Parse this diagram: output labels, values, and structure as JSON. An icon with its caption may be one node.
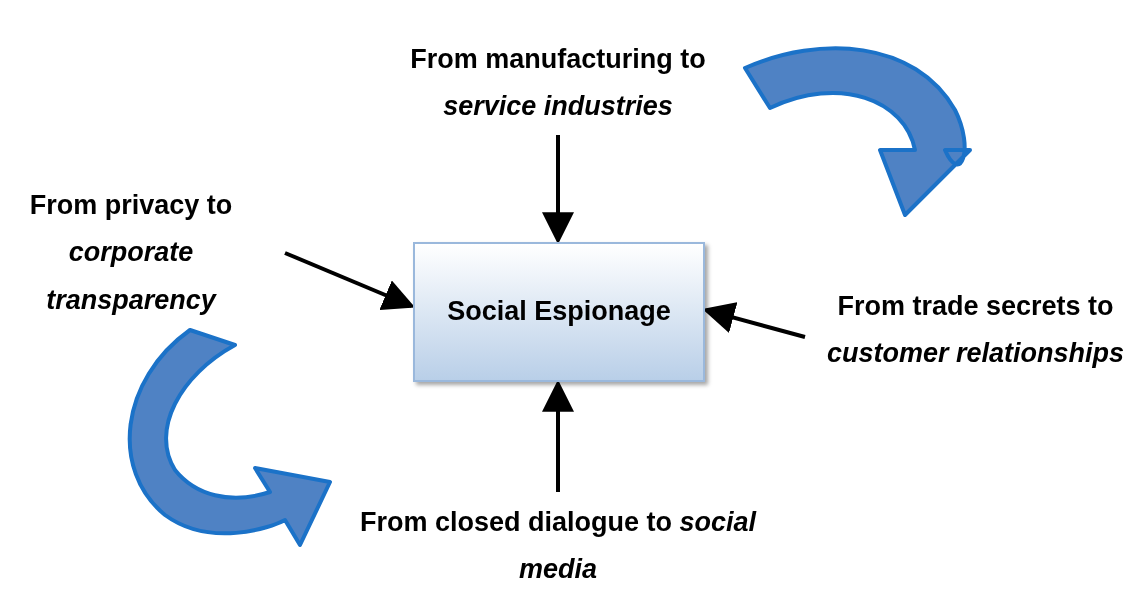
{
  "diagram": {
    "nodes": [
      {
        "text": [
          "Social Espionage"
        ]
      },
      {
        "text": [
          "From manufacturing to *service industries*"
        ]
      },
      {
        "text": [
          "From privacy to *corporate transparency*"
        ]
      },
      {
        "text": [
          "From trade secrets to *customer relationships*"
        ]
      },
      {
        "text": [
          "From closed dialogue to *social media*"
        ]
      }
    ],
    "edges": [
      {
        "from": 1,
        "to": 0,
        "arrow": "to"
      },
      {
        "from": 2,
        "to": 0,
        "arrow": "to"
      },
      {
        "from": 3,
        "to": 0,
        "arrow": "to"
      },
      {
        "from": 4,
        "to": 0,
        "arrow": "to"
      }
    ]
  }
}
